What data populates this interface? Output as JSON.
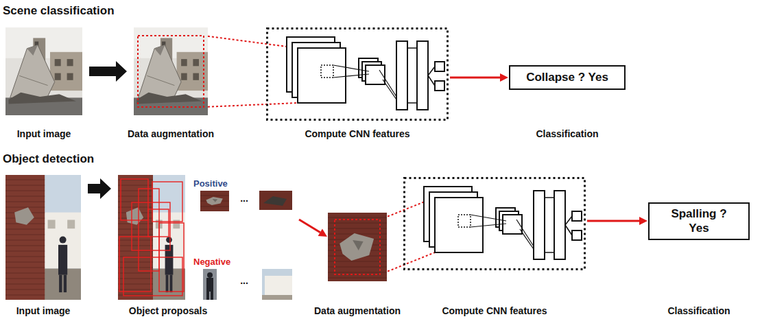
{
  "diagram": {
    "nodes": [
      {
        "text": [
          "Input image"
        ]
      },
      {
        "text": [
          "Data augmentation"
        ]
      },
      {
        "text": [
          "Compute CNN features"
        ]
      },
      {
        "text": [
          "Collapse ? Yes"
        ]
      },
      {
        "text": [
          "Input image"
        ]
      },
      {
        "text": [
          "Object proposals"
        ]
      },
      {
        "text": [
          "Data augmentation"
        ]
      },
      {
        "text": [
          "Compute CNN features"
        ]
      },
      {
        "text": [
          "Spalling ? Yes"
        ]
      }
    ],
    "edges": [
      {
        "from": 0,
        "to": 1,
        "arrow": "to"
      },
      {
        "from": 1,
        "to": 2,
        "arrow": "none"
      },
      {
        "from": 2,
        "to": 3,
        "arrow": "to"
      },
      {
        "from": 4,
        "to": 5,
        "arrow": "to"
      },
      {
        "from": 5,
        "to": 6,
        "arrow": "to"
      },
      {
        "from": 6,
        "to": 7,
        "arrow": "none"
      },
      {
        "from": 7,
        "to": 8,
        "arrow": "to"
      }
    ],
    "labels": [
      "Scene classification",
      "Classification",
      "Object detection",
      "Positive",
      "...",
      "Negative",
      "...",
      "Classification"
    ]
  }
}
